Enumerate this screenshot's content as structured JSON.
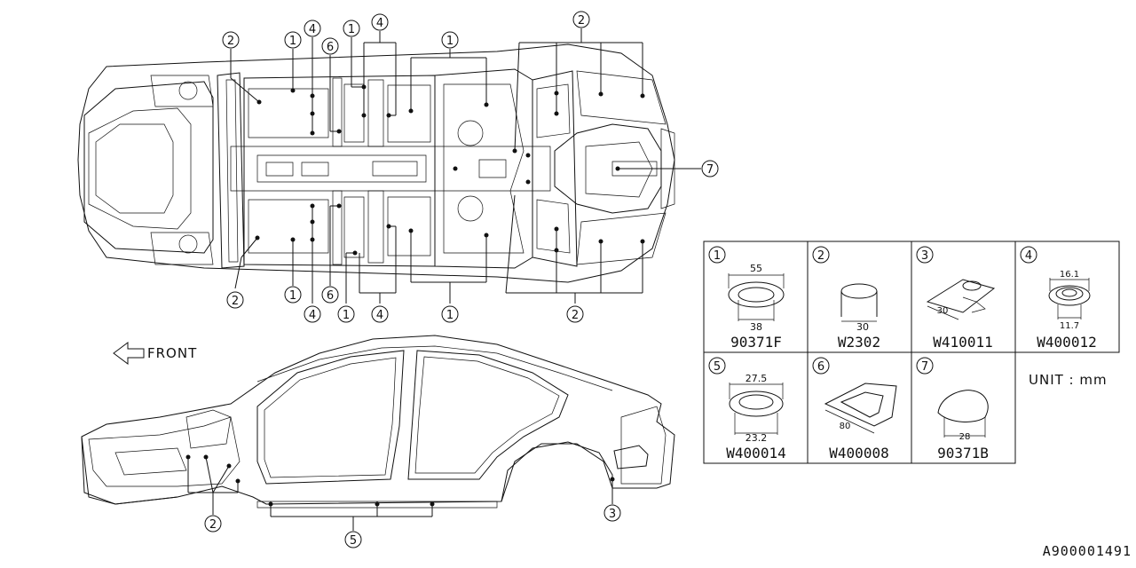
{
  "diagram_id": "A900001491",
  "front_label": "FRONT",
  "unit_label": "UNIT : mm",
  "callouts": {
    "c1": "1",
    "c2": "2",
    "c3": "3",
    "c4": "4",
    "c5": "5",
    "c6": "6",
    "c7": "7"
  },
  "parts": [
    {
      "num": "1",
      "part_no": "90371F",
      "dim_a": "55",
      "dim_b": "38"
    },
    {
      "num": "2",
      "part_no": "W2302",
      "dim_a": "30"
    },
    {
      "num": "3",
      "part_no": "W410011",
      "dim_a": "30"
    },
    {
      "num": "4",
      "part_no": "W400012",
      "dim_a": "16.1",
      "dim_b": "11.7"
    },
    {
      "num": "5",
      "part_no": "W400014",
      "dim_a": "27.5",
      "dim_b": "23.2"
    },
    {
      "num": "6",
      "part_no": "W400008",
      "dim_a": "80"
    },
    {
      "num": "7",
      "part_no": "90371B",
      "dim_a": "28"
    }
  ]
}
